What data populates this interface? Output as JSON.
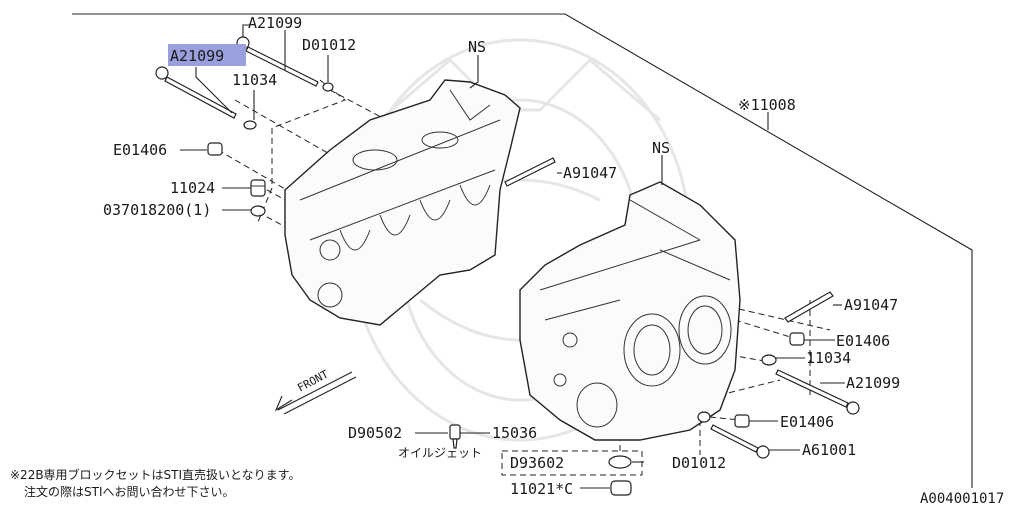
{
  "highlight_color": "#9aa0de",
  "labels": {
    "a21099_top": "A21099",
    "a21099_selected": "A21099",
    "d01012_top": "D01012",
    "ns_top": "NS",
    "n11034_top": "11034",
    "e01406_left": "E01406",
    "n11024": "11024",
    "n037018200": "037018200(1)",
    "a91047_mid": "A91047",
    "ns_right": "NS",
    "n11008": "※11008",
    "a91047_right": "A91047",
    "e01406_right": "E01406",
    "n11034_right": "11034",
    "a21099_right": "A21099",
    "e01406_low": "E01406",
    "d90502": "D90502",
    "n15036": "15036",
    "oil_jet": "オイルジェット",
    "d93602": "D93602",
    "d01012_low": "D01012",
    "a61001": "A61001",
    "n11021": "11021*C",
    "front": "FRONT",
    "ref_code": "A004001017"
  },
  "notes": {
    "line1": "※22B専用ブロックセットはSTI直売扱いとなります。",
    "line2": "注文の際はSTIへお問い合わせ下さい。"
  }
}
